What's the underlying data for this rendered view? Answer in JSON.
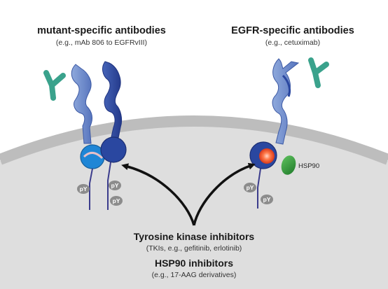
{
  "left_panel": {
    "title": "mutant-specific antibodies",
    "subtitle": "(e.g., mAb 806 to EGFRvIII)"
  },
  "right_panel": {
    "title": "EGFR-specific antibodies",
    "subtitle": "(e.g., cetuximab)"
  },
  "center": {
    "tki_title": "Tyrosine kinase inhibitors",
    "tki_sub": "(TKIs, e.g., gefitinib, erlotinib)",
    "hsp_title": "HSP90 inhibitors",
    "hsp_sub": "(e.g., 17-AAG derivatives)"
  },
  "labels": {
    "hsp90": "HSP90",
    "phospho": "pY"
  },
  "colors": {
    "cell": "#dcdcdc",
    "membrane": "#b9b9b9",
    "antibody": "#3aa28c",
    "receptor_light": "#6f8fcf",
    "receptor_dark": "#2a47a0",
    "kinase_light": "#1f86d6",
    "kinase_core": "#e8451f",
    "hsp90": "#3a9a3a",
    "tail": "#3b3c8c",
    "phospho": "#8c8c8c",
    "arrow": "#111111"
  }
}
